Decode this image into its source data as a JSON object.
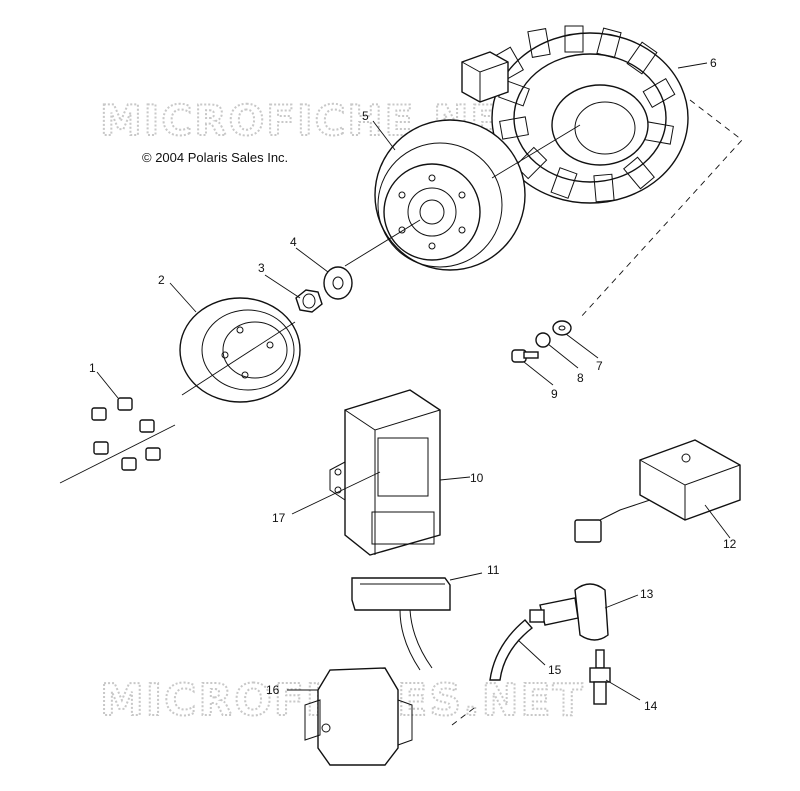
{
  "copyright": "© 2004 Polaris Sales Inc.",
  "watermark_top": "MICROFICHE.NET",
  "watermark_bottom": "MICROFICHES.NET",
  "callouts": {
    "c1": "1",
    "c2": "2",
    "c3": "3",
    "c4": "4",
    "c5": "5",
    "c6": "6",
    "c7": "7",
    "c8": "8",
    "c9": "9",
    "c10": "10",
    "c11": "11",
    "c12": "12",
    "c13": "13",
    "c14": "14",
    "c15": "15",
    "c16": "16",
    "c17": "17"
  }
}
